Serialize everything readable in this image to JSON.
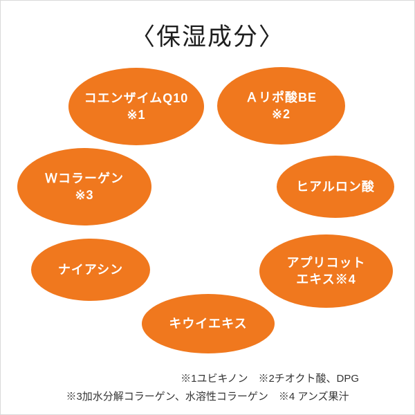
{
  "title": "〈保湿成分〉",
  "colors": {
    "bubble_orange": "#f0781e",
    "bubble_text": "#ffffff",
    "title_text": "#1e1e1e",
    "footnote_text": "#333333"
  },
  "bubbles": [
    {
      "line1": "コエンザイムQ10",
      "line2": "※1"
    },
    {
      "line1": "Ａリポ酸BE",
      "line2": "※2"
    },
    {
      "line1": "Ｗコラーゲン",
      "line2": "※3"
    },
    {
      "line1": "ヒアルロン酸",
      "line2": ""
    },
    {
      "line1": "ナイアシン",
      "line2": ""
    },
    {
      "line1": "アプリコット",
      "line2": "エキス※4"
    },
    {
      "line1": "キウイエキス",
      "line2": ""
    }
  ],
  "footnotes": {
    "line1": "※1ユビキノン　※2チオクト酸、DPG",
    "line2": "※3加水分解コラーゲン、水溶性コラーゲン　※4 アンズ果汁"
  }
}
